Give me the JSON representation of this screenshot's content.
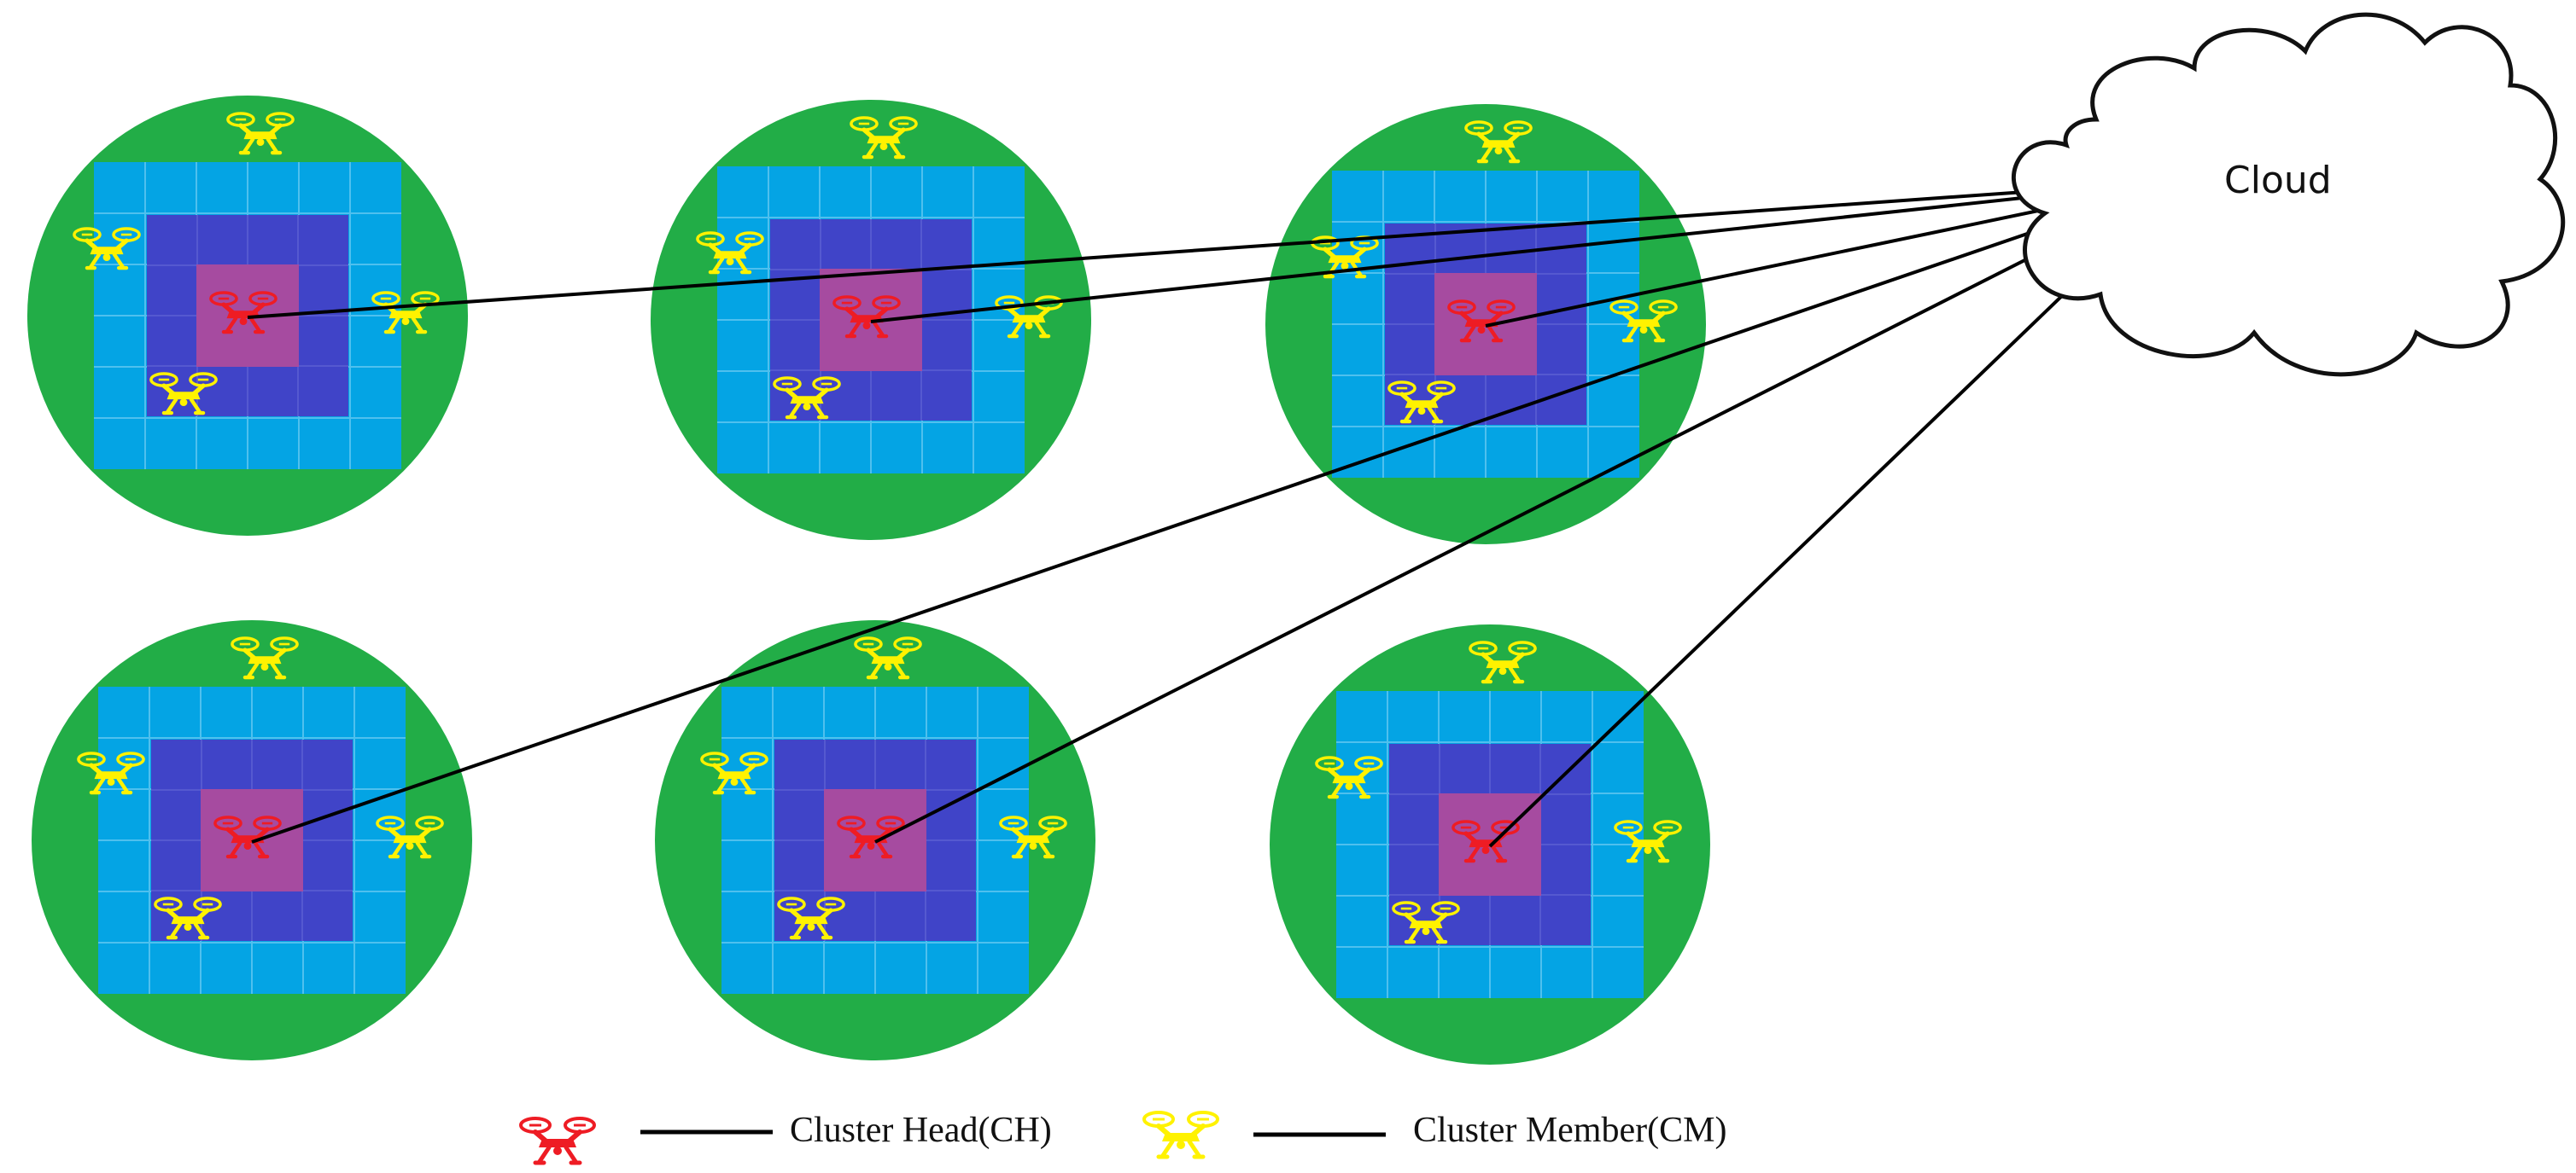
{
  "cloud": {
    "label": "Cloud"
  },
  "legend": {
    "cluster_head_label": "Cluster Head(CH)",
    "cluster_member_label": "Cluster Member(CM)"
  },
  "colors": {
    "outer_zone": "#22ad47",
    "middle_zone": "#04a4e4",
    "inner_zone": "#4044c8",
    "core_zone": "#a64ba0",
    "cluster_head": "#ee1c24",
    "cluster_member": "#fff200",
    "link": "#000000"
  },
  "clusters": [
    {
      "id": "cluster-1",
      "members": 4
    },
    {
      "id": "cluster-2",
      "members": 4
    },
    {
      "id": "cluster-3",
      "members": 4
    },
    {
      "id": "cluster-4",
      "members": 4
    },
    {
      "id": "cluster-5",
      "members": 4
    },
    {
      "id": "cluster-6",
      "members": 4
    }
  ]
}
